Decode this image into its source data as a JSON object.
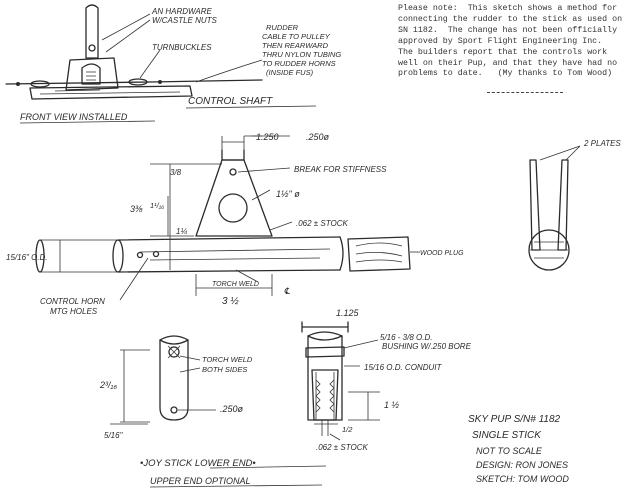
{
  "note": {
    "text": "Please note:  This sketch shows a method for\nconnecting the rudder to the stick as used on\nSN 1182.  The change has not been officially\napproved by Sport Flight Engineering Inc.\nThe builders report that the controls work\nwell on their Pup, and that they have had no\nproblems to date.   (My thanks to Tom Wood)"
  },
  "front_view": {
    "title": "FRONT  VIEW  INSTALLED",
    "label_hardware": "AN HARDWARE",
    "label_castle": "W/CASTLE NUTS",
    "label_turnbuckles": "TURNBUCKLES",
    "label_rudder": "RUDDER",
    "label_cable": "CABLE TO PULLEY",
    "label_then": "THEN REARWARD",
    "label_thru": "THRU NYLON TUBING",
    "label_to": "TO RUDDER HORNS",
    "label_inside": "(INSIDE FUS)"
  },
  "control_shaft": {
    "title": "CONTROL  SHAFT",
    "dim_1250": "1.250",
    "dim_250_dia": ".250ø",
    "dim_3_8": "3/8",
    "break_label": "BREAK FOR STIFFNESS",
    "dim_1_half_dia": "1½\" ø",
    "dim_3_3_8": "3⅜",
    "dim_1_1_16": "1¹/₁₆",
    "dim_1_1_4": "1¼",
    "stock_062": ".062 ± STOCK",
    "wood_plug": "WOOD PLUG",
    "dim_15_16": "15/16\" O.D.",
    "torch_weld": "TORCH WELD",
    "cl": "℄",
    "dim_3_1_2": "3 ½",
    "horn_label": "CONTROL HORN",
    "horn_label2": "MTG  HOLES"
  },
  "plates": {
    "label": "2 PLATES"
  },
  "joystick": {
    "torch_weld": "TORCH WELD",
    "both_sides": "BOTH SIDES",
    "dim_2_3_16": "2³/₁₆",
    "dim_250_dia": ".250ø",
    "dim_5_16": "5/16\"",
    "dim_1125": "1.125",
    "bushing": "5/16 - 3/8 O.D.",
    "bushing2": "BUSHING W/.250 BORE",
    "conduit": "15/16 O.D. CONDUIT",
    "dim_1_1_2": "1 ½",
    "dim_1_2": "1/2",
    "stock_062": ".062 ± STOCK",
    "title": "•JOY STICK  LOWER END•",
    "subtitle": "UPPER END  OPTIONAL"
  },
  "title_block": {
    "line1": "SKY PUP S/N# 1182",
    "line2": "SINGLE STICK",
    "line3": "NOT TO SCALE",
    "line4": "DESIGN: RON JONES",
    "line5": "SKETCH: TOM WOOD"
  }
}
